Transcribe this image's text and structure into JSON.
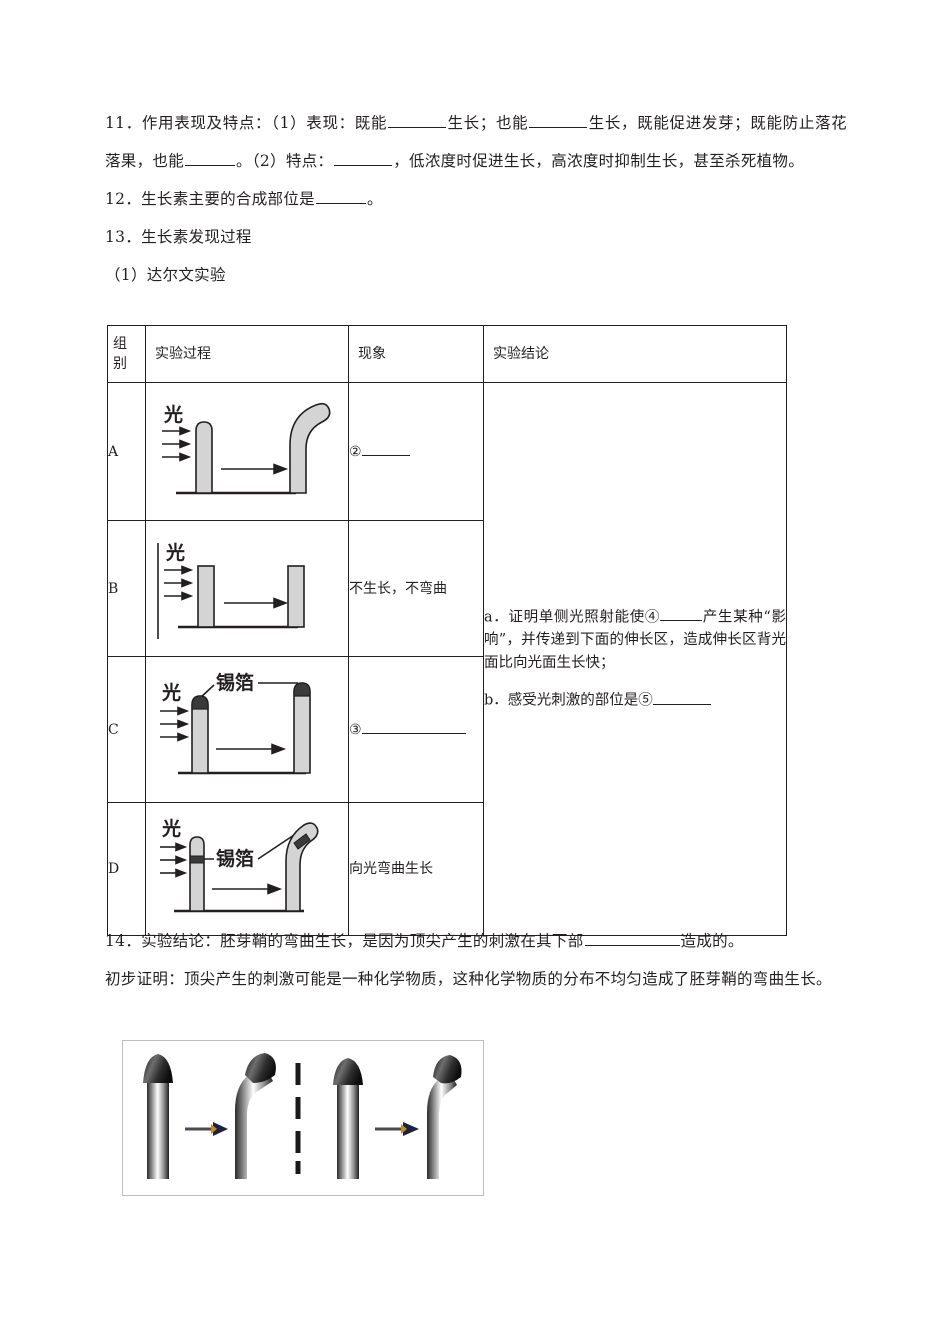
{
  "document": {
    "language": "zh-CN",
    "type": "biology-worksheet",
    "topic": "生长素的发现"
  },
  "items": {
    "item11": {
      "number": "11．",
      "seg1": "作用表现及特点：（1）表现：既能",
      "seg2": "生长；也能",
      "seg3": "生长，既能促进发芽；既能防止落花落果，也能",
      "seg4": "。（2）特点：",
      "seg5": "，低浓度时促进生长，高浓度时抑制生长，甚至杀死植物。"
    },
    "item12": {
      "number": "12．",
      "seg1": "生长素主要的合成部位是",
      "seg2": "。"
    },
    "item13": {
      "number": "13．",
      "title": "生长素发现过程",
      "subtitle": "（1）达尔文实验"
    },
    "item14": {
      "number": "14．",
      "seg1": "实验结论：胚芽鞘的弯曲生长，是因为顶尖产生的刺激在其下部",
      "seg2": "造成的。",
      "proof": "初步证明：顶尖产生的刺激可能是一种化学物质，这种化学物质的分布不均匀造成了胚芽鞘的弯曲生长。"
    }
  },
  "table": {
    "headers": {
      "group": "组别",
      "process": "实验过程",
      "phenomenon": "现象",
      "conclusion": "实验结论"
    },
    "rows": [
      {
        "group": "A",
        "figure_label_light": "光",
        "figure_label_foil": "",
        "phenomenon_number": "②",
        "phenomenon_text": ""
      },
      {
        "group": "B",
        "figure_label_light": "光",
        "figure_label_foil": "",
        "phenomenon_number": "",
        "phenomenon_text": "不生长，不弯曲"
      },
      {
        "group": "C",
        "figure_label_light": "光",
        "figure_label_foil": "锡箔",
        "phenomenon_number": "③",
        "phenomenon_text": ""
      },
      {
        "group": "D",
        "figure_label_light": "光",
        "figure_label_foil": "锡箔",
        "phenomenon_number": "",
        "phenomenon_text": "向光弯曲生长"
      }
    ],
    "conclusion": {
      "a_part1": "a．证明单侧光照射能使④",
      "a_part2": "产生某种“影响”，并传递到下面的伸长区，造成伸长区背光面比向光面生长快；",
      "b_part1": "b．感受光刺激的部位是⑤",
      "b_part2": ""
    }
  },
  "colors": {
    "text": "#231f20",
    "border": "#231f20",
    "figure_box_border": "#bdbdbd",
    "coleoptile_fill": "#d9d9d9",
    "arrow": "#231f20"
  }
}
